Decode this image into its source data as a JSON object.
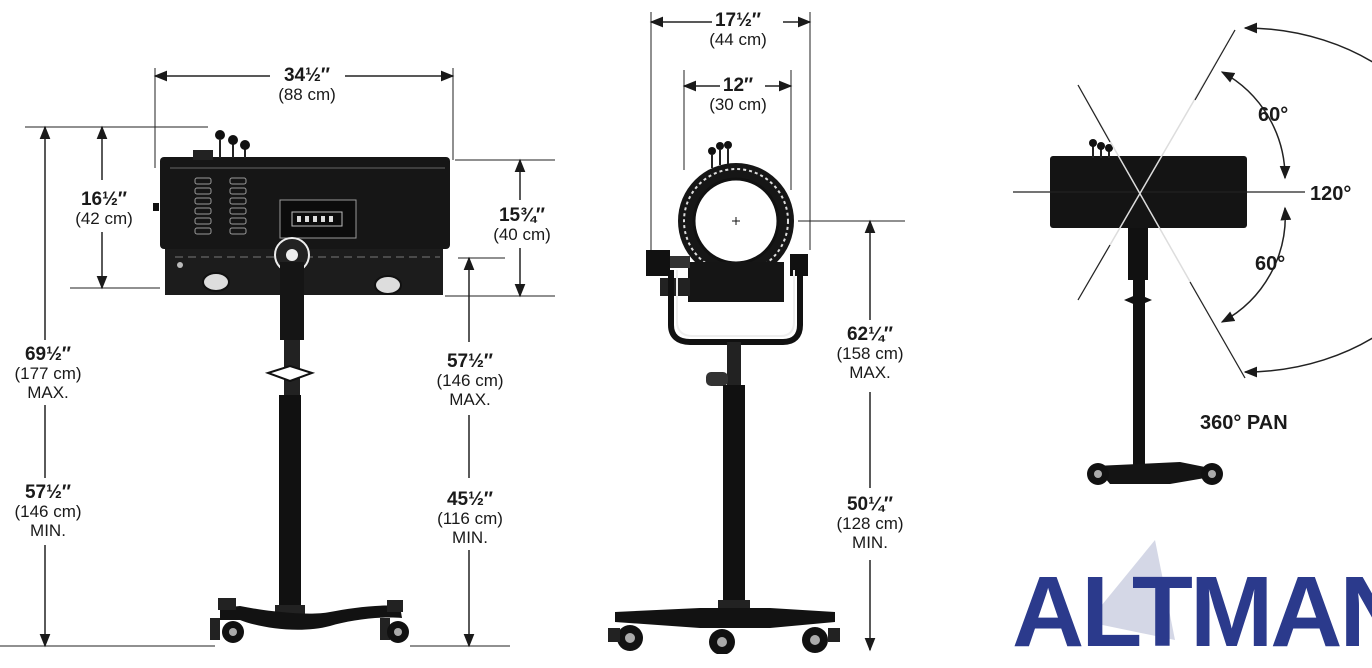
{
  "side_view": {
    "overall_length": {
      "imperial": "34½″",
      "metric": "(88 cm)"
    },
    "body_height": {
      "imperial": "16½″",
      "metric": "(42 cm)"
    },
    "front_height": {
      "imperial": "15¾″",
      "metric": "(40 cm)"
    },
    "max_height_total": {
      "imperial": "69½″",
      "metric": "(177 cm)",
      "qual": "MAX."
    },
    "min_height_total": {
      "imperial": "57½″",
      "metric": "(146 cm)",
      "qual": "MIN."
    },
    "max_yoke_height": {
      "imperial": "57½″",
      "metric": "(146 cm)",
      "qual": "MAX."
    },
    "min_yoke_height": {
      "imperial": "45½″",
      "metric": "(116 cm)",
      "qual": "MIN."
    }
  },
  "front_view": {
    "overall_width": {
      "imperial": "17½″",
      "metric": "(44 cm)"
    },
    "lens_width": {
      "imperial": "12″",
      "metric": "(30 cm)"
    },
    "max_height": {
      "imperial": "62¼″",
      "metric": "(158 cm)",
      "qual": "MAX."
    },
    "min_height": {
      "imperial": "50¼″",
      "metric": "(128 cm)",
      "qual": "MIN."
    }
  },
  "tilt_view": {
    "tilt_up": "60°",
    "tilt_down": "60°",
    "tilt_total": "120°",
    "pan": "360° PAN"
  },
  "brand": {
    "logo": "ALTMAN",
    "color": "#2b3a8c",
    "accent_shadow": "#c9cde0"
  }
}
